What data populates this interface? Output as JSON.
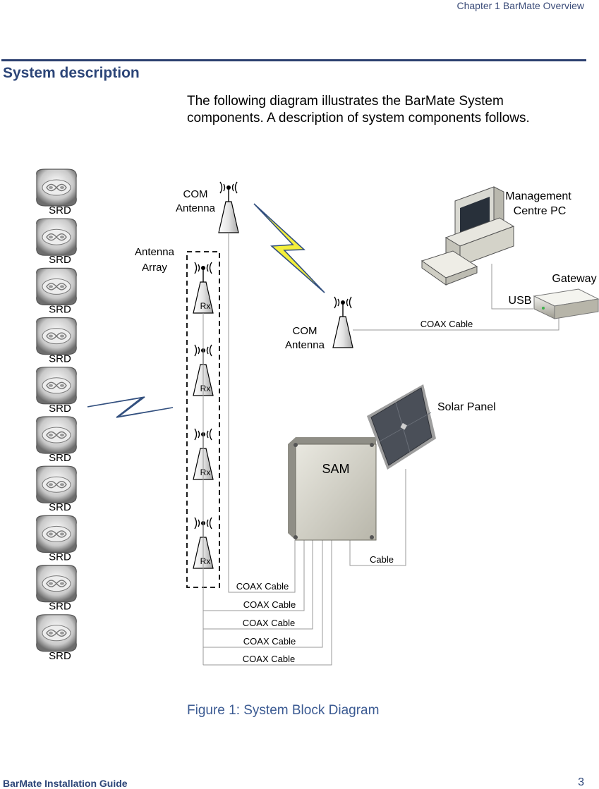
{
  "header": {
    "chapter": "Chapter 1 BarMate Overview"
  },
  "section": {
    "title": "System description"
  },
  "intro": "The following diagram illustrates the BarMate System components. A description of system components follows.",
  "diagram": {
    "srd_label": "SRD",
    "srd_count": 10,
    "antenna_array_line1": "Antenna",
    "antenna_array_line2": "Array",
    "rx_label": "Rx",
    "com_antenna_line1": "COM",
    "com_antenna_line2": "Antenna",
    "pc_line1": "Management",
    "pc_line2": "Centre PC",
    "gateway": "Gateway",
    "usb": "USB",
    "coax_cable": "COAX Cable",
    "solar_panel": "Solar Panel",
    "sam": "SAM",
    "cable": "Cable"
  },
  "caption": "Figure 1: System Block Diagram",
  "footer": {
    "guide": "BarMate Installation Guide",
    "page": "3"
  }
}
